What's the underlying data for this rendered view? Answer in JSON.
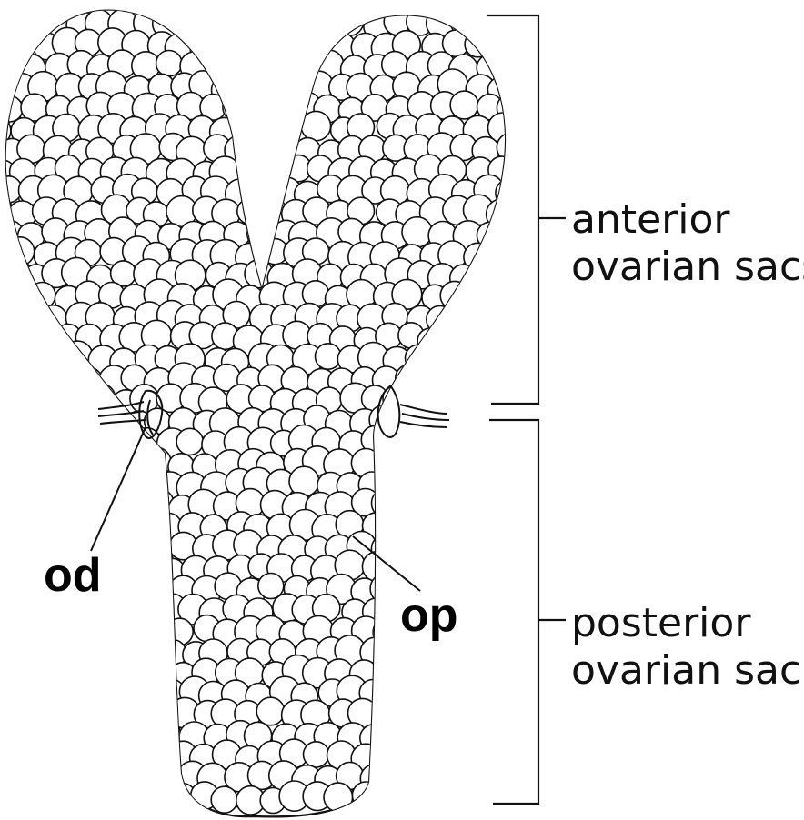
{
  "labels": {
    "anterior_line1": "anterior",
    "anterior_line2": "ovarian sacs",
    "posterior_line1": "posterior",
    "posterior_line2": "ovarian sac",
    "od": "od",
    "op": "op"
  },
  "colors": {
    "ink": "#111111",
    "paper": "#ffffff"
  }
}
